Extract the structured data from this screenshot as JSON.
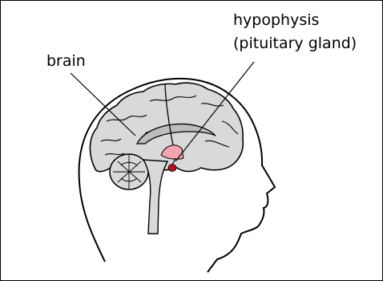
{
  "labels": {
    "brain": "brain",
    "hypophysis_line1": "hypophysis",
    "hypophysis_line2": "(pituitary gland)"
  },
  "colors": {
    "outline": "#000000",
    "brain_fill": "#d9d9d9",
    "gland_highlight": "#f2a5b0",
    "gland_dark": "#b3141d",
    "background": "#ffffff"
  }
}
